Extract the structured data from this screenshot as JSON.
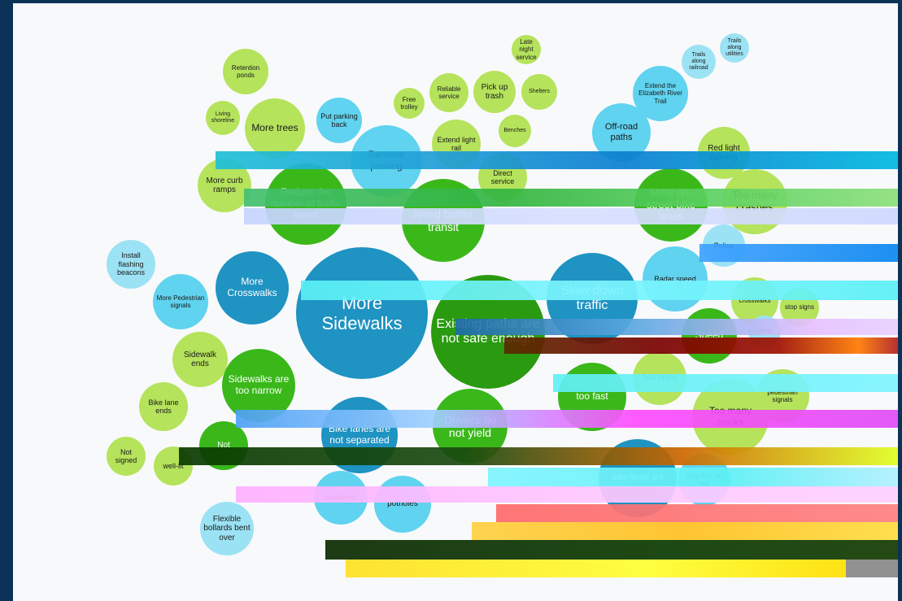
{
  "colors": {
    "frame": "#0d3257",
    "canvas": "#f8f9fb",
    "lime": "#b5e35c",
    "green": "#3ab81a",
    "green_dark": "#2a9a10",
    "blue": "#1f93c2",
    "light_blue": "#5fd3ef",
    "pale_blue": "#9be2f4"
  },
  "bubbles": [
    {
      "id": "late-night-service",
      "text": "Late night service"
    },
    {
      "id": "trails-along-utilities",
      "text": "Trails along utilities"
    },
    {
      "id": "trails-along-railroad",
      "text": "Trails along railroad"
    },
    {
      "id": "retention-ponds",
      "text": "Retention ponds"
    },
    {
      "id": "extend-elizabeth-river-trail",
      "text": "Extend the Elizabeth River Trail"
    },
    {
      "id": "free-trolley",
      "text": "Free trolley"
    },
    {
      "id": "reliable-service",
      "text": "Reliable service"
    },
    {
      "id": "pick-up-trash",
      "text": "Pick up trash"
    },
    {
      "id": "shelters",
      "text": "Shelters"
    },
    {
      "id": "living-shoreline",
      "text": "Living shoreline"
    },
    {
      "id": "more-trees",
      "text": "More trees"
    },
    {
      "id": "put-parking-back",
      "text": "Put parking back"
    },
    {
      "id": "benches",
      "text": "Benches"
    },
    {
      "id": "off-road-paths",
      "text": "Off-road paths"
    },
    {
      "id": "extend-light-rail",
      "text": "Extend light rail"
    },
    {
      "id": "red-light-running",
      "text": "Red light running"
    },
    {
      "id": "remove-parking",
      "text": "Remove parking"
    },
    {
      "id": "more-curb-ramps",
      "text": "More curb ramps"
    },
    {
      "id": "direct-service",
      "text": "Direct service"
    },
    {
      "id": "reduce-traffic-lanes",
      "text": "Reduce the number of traffic lanes"
    },
    {
      "id": "need-better-transit",
      "text": "Need better transit"
    },
    {
      "id": "more-street-bike-lanes",
      "text": "More on-street bike lanes"
    },
    {
      "id": "too-many-crashes",
      "text": "Too many crashes"
    },
    {
      "id": "install-flashing-beacons",
      "text": "Install flashing beacons"
    },
    {
      "id": "police",
      "text": "Police"
    },
    {
      "id": "more-crosswalks",
      "text": "More Crosswalks"
    },
    {
      "id": "more-sidewalks",
      "text": "More Sidewalks"
    },
    {
      "id": "slow-down-traffic",
      "text": "Slow down traffic"
    },
    {
      "id": "radar-speed",
      "text": "Radar speed"
    },
    {
      "id": "more-pedestrian-signals",
      "text": "More Pedestrian signals"
    },
    {
      "id": "crosswalks",
      "text": "crosswalks"
    },
    {
      "id": "stop-signs",
      "text": "stop signs"
    },
    {
      "id": "existing-paths",
      "text": "Existing paths are not safe enough"
    },
    {
      "id": "speed",
      "text": "Speed"
    },
    {
      "id": "local",
      "text": "Local"
    },
    {
      "id": "sidewalk-ends",
      "text": "Sidewalk ends"
    },
    {
      "id": "sidewalks-too-narrow",
      "text": "Sidewalks are too narrow"
    },
    {
      "id": "too-many",
      "text": "Too many"
    },
    {
      "id": "too-fast",
      "text": "too fast"
    },
    {
      "id": "pedestrian-signals",
      "text": "pedestrian signals"
    },
    {
      "id": "bike-lane-ends",
      "text": "Bike lane ends"
    },
    {
      "id": "bike-lanes-not-separated",
      "text": "Bike lanes are not separated"
    },
    {
      "id": "drivers-do-not-yield",
      "text": "Drivers do not yield"
    },
    {
      "id": "too-many-trucks",
      "text": "Too many trucks"
    },
    {
      "id": "not-signed",
      "text": "Not signed"
    },
    {
      "id": "not",
      "text": "Not"
    },
    {
      "id": "not-well-lit",
      "text": "well-lit"
    },
    {
      "id": "bike-lanes-are",
      "text": "Bike lanes are"
    },
    {
      "id": "bicyclists-do-not",
      "text": "Bicyclists do not"
    },
    {
      "id": "maintained",
      "text": "maintained"
    },
    {
      "id": "potholes",
      "text": "potholes"
    },
    {
      "id": "flexible-bollards",
      "text": "Flexible bollards bent over"
    }
  ]
}
